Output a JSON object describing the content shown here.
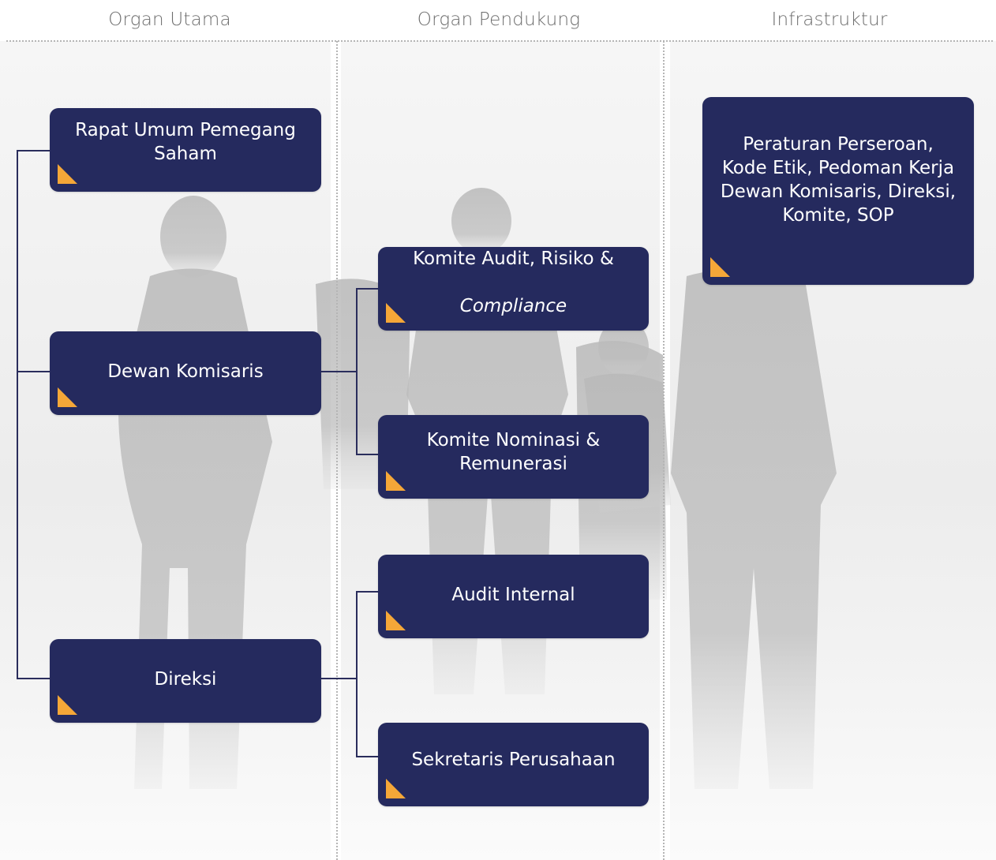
{
  "headers": {
    "main": "Organ Utama",
    "support": "Organ Pendukung",
    "infra": "Infrastruktur"
  },
  "boxes": {
    "rups": "Rapat Umum Pemegang\nSaham",
    "dekom": "Dewan Komisaris",
    "direksi": "Direksi",
    "audit_risk_line1": "Komite Audit, Risiko &",
    "audit_risk_line2": "Compliance",
    "nominasi": "Komite Nominasi &\nRemunerasi",
    "audit_internal": "Audit Internal",
    "sekretaris": "Sekretaris Perusahaan",
    "infra": "Peraturan Perseroan,\nKode Etik, Pedoman Kerja\nDewan Komisaris, Direksi,\nKomite, SOP"
  },
  "colors": {
    "box": "#252a5e",
    "corner": "#f5a738",
    "connector": "#2a2d5c",
    "header_text": "#6d6d6d"
  }
}
